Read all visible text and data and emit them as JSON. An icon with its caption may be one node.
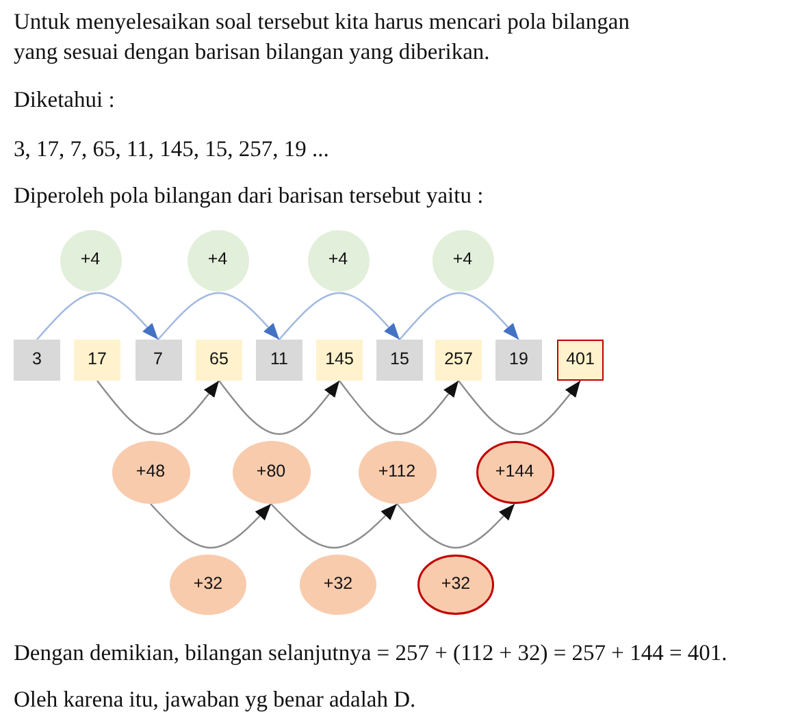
{
  "diagram": {
    "nodes": [
      {
        "text": [
          "+4"
        ]
      },
      {
        "text": [
          "+4"
        ]
      },
      {
        "text": [
          "+4"
        ]
      },
      {
        "text": [
          "+4"
        ]
      },
      {
        "text": [
          "3"
        ]
      },
      {
        "text": [
          "17"
        ]
      },
      {
        "text": [
          "7"
        ]
      },
      {
        "text": [
          "65"
        ]
      },
      {
        "text": [
          "11"
        ]
      },
      {
        "text": [
          "145"
        ]
      },
      {
        "text": [
          "15"
        ]
      },
      {
        "text": [
          "257"
        ]
      },
      {
        "text": [
          "19"
        ]
      },
      {
        "text": [
          "401"
        ]
      },
      {
        "text": [
          "+48"
        ]
      },
      {
        "text": [
          "+80"
        ]
      },
      {
        "text": [
          "+112"
        ]
      },
      {
        "text": [
          "+144"
        ]
      },
      {
        "text": [
          "+32"
        ]
      },
      {
        "text": [
          "+32"
        ]
      },
      {
        "text": [
          "+32"
        ]
      }
    ],
    "edges": [
      {
        "from": 4,
        "to": 6,
        "arrow": "to",
        "color": "#4472c4"
      },
      {
        "from": 6,
        "to": 8,
        "arrow": "to",
        "color": "#4472c4"
      },
      {
        "from": 8,
        "to": 10,
        "arrow": "to",
        "color": "#4472c4"
      },
      {
        "from": 10,
        "to": 12,
        "arrow": "to",
        "color": "#4472c4"
      },
      {
        "from": 5,
        "to": 7,
        "arrow": "to"
      },
      {
        "from": 7,
        "to": 9,
        "arrow": "to"
      },
      {
        "from": 9,
        "to": 11,
        "arrow": "to"
      },
      {
        "from": 11,
        "to": 13,
        "arrow": "to"
      },
      {
        "from": 14,
        "to": 15,
        "arrow": "to"
      },
      {
        "from": 15,
        "to": 16,
        "arrow": "to"
      },
      {
        "from": 16,
        "to": 17,
        "arrow": "to"
      }
    ],
    "labels": [
      "Untuk menyelesaikan soal tersebut kita harus mencari pola bilangan yang sesuai dengan barisan bilangan yang diberikan.",
      "Diketahui :",
      "3, 17, 7, 65, 11, 145, 15, 257, 19 ...",
      "Diperoleh pola bilangan dari barisan tersebut yaitu :",
      "Dengan demikian, bilangan selanjutnya = 257 + (112 + 32) = 257 + 144 = 401.",
      "Oleh karena itu, jawaban yg benar adalah D."
    ]
  }
}
